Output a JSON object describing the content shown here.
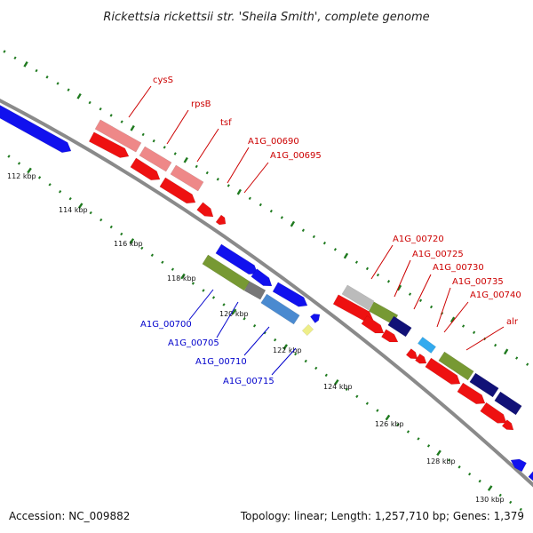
{
  "title": "Rickettsia rickettsii str. 'Sheila Smith', complete genome",
  "footer": {
    "accession": "Accession: NC_009882",
    "topology": "Topology: linear; Length: 1,257,710 bp; Genes: 1,379"
  },
  "colors": {
    "backbone": "#8a8a8a",
    "tick": "#1f7a1f",
    "forward_label": "#cc0000",
    "reverse_label": "#0000cc",
    "red": "#ee1111",
    "pink": "#ee8888",
    "blue": "#1111ee",
    "navy": "#111177",
    "olive": "#779933",
    "grey": "#777777",
    "steel": "#4a8ad0",
    "sky": "#33aaee",
    "yellow": "#eeee88",
    "silver": "#bbbbbb"
  },
  "kbp_labels": [
    "112 kbp",
    "114 kbp",
    "116 kbp",
    "118 kbp",
    "120 kbp",
    "122 kbp",
    "124 kbp",
    "126 kbp",
    "128 kbp",
    "130 kbp"
  ],
  "forward_gene_labels": [
    "cysS",
    "rpsB",
    "tsf",
    "A1G_00690",
    "A1G_00695",
    "A1G_00720",
    "A1G_00725",
    "A1G_00730",
    "A1G_00735",
    "A1G_00740",
    "alr"
  ],
  "reverse_gene_labels": [
    "A1G_00700",
    "A1G_00705",
    "A1G_00710",
    "A1G_00715"
  ]
}
